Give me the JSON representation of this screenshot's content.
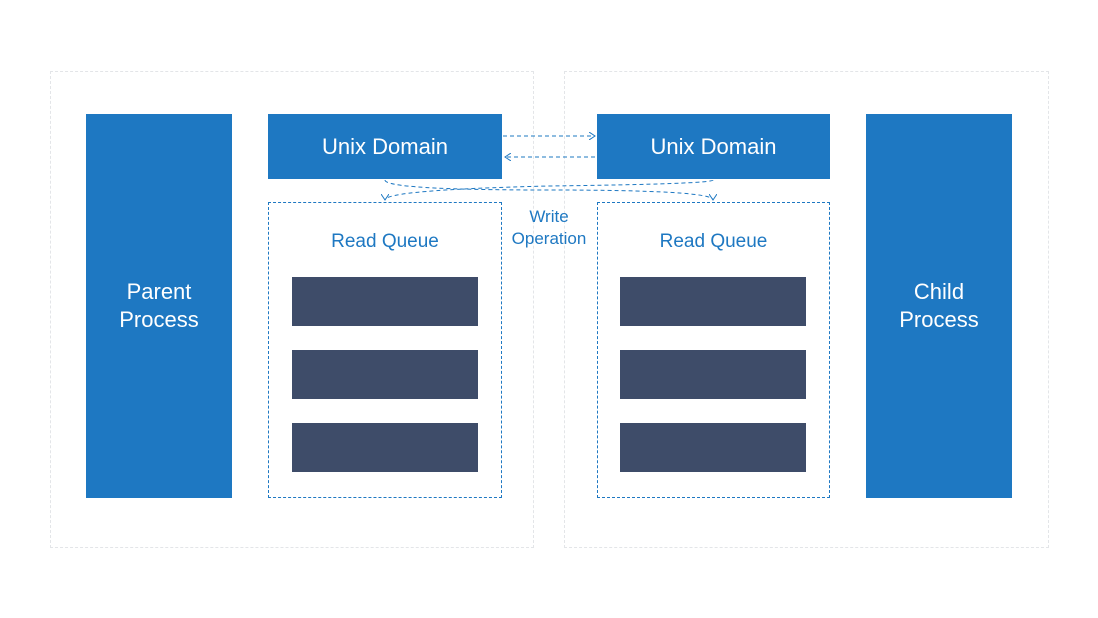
{
  "colors": {
    "process": "#1e78c2",
    "slot": "#3e4c69",
    "dashed_line": "#1e78c2",
    "panel_border": "#e3e5e8"
  },
  "parent": {
    "process_line1": "Parent",
    "process_line2": "Process",
    "domain_label": "Unix Domain",
    "queue_title": "Read Queue"
  },
  "child": {
    "process_line1": "Child",
    "process_line2": "Process",
    "domain_label": "Unix Domain",
    "queue_title": "Read Queue"
  },
  "write_operation": {
    "line1": "Write",
    "line2": "Operation"
  }
}
